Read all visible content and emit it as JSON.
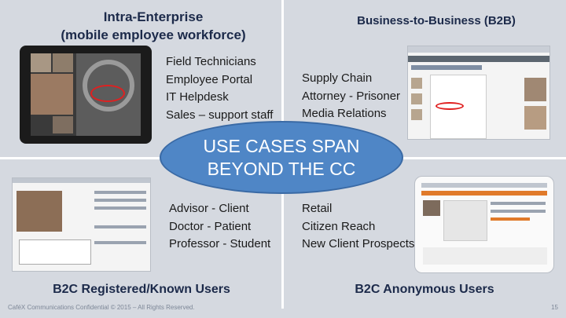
{
  "quadrants": {
    "top_left": {
      "title_line1": "Intra-Enterprise",
      "title_line2": "(mobile employee workforce)",
      "items": [
        "Field Technicians",
        "Employee Portal",
        "IT Helpdesk",
        "Sales – support staff"
      ]
    },
    "top_right": {
      "title": "Business-to-Business (B2B)",
      "items": [
        "Supply Chain",
        "Attorney - Prisoner",
        "Media Relations"
      ]
    },
    "bottom_left": {
      "title": "B2C Registered/Known Users",
      "items": [
        "Advisor - Client",
        "Doctor - Patient",
        "Professor - Student"
      ]
    },
    "bottom_right": {
      "title": "B2C Anonymous Users",
      "items": [
        "Retail",
        "Citizen Reach",
        "New Client Prospects"
      ]
    }
  },
  "center": {
    "line1": "USE CASES SPAN",
    "line2": "BEYOND THE CC"
  },
  "footer": {
    "text": "CaféX Communications Confidential © 2015 – All Rights Reserved.",
    "page": "15"
  },
  "colors": {
    "background": "#d5d9e0",
    "title": "#1c2a4a",
    "ellipse": "#4f86c6"
  }
}
